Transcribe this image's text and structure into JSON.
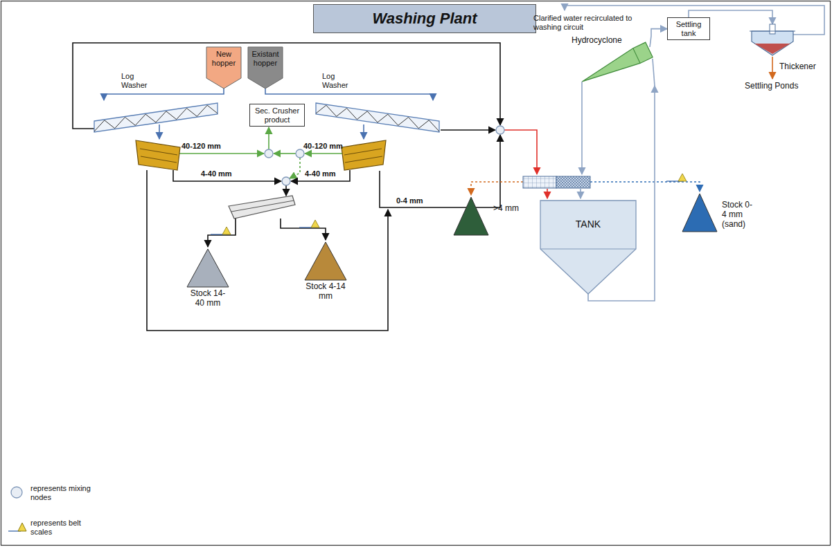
{
  "diagram": {
    "title": "Washing Plant",
    "nodes": [
      {
        "text": [
          "New hopper"
        ]
      },
      {
        "text": [
          "Existant hopper"
        ]
      },
      {
        "text": [
          "Log Washer"
        ]
      },
      {
        "text": [
          "Log Washer"
        ]
      },
      {
        "text": [
          "Sec. Crusher product"
        ]
      },
      {
        "text": [
          "Stock 14-40 mm"
        ]
      },
      {
        "text": [
          "Stock 4-14 mm"
        ]
      },
      {
        "text": [
          "Hydrocyclone"
        ]
      },
      {
        "text": [
          "Settling tank"
        ]
      },
      {
        "text": [
          "Thickener"
        ]
      },
      {
        "text": [
          "TANK"
        ]
      },
      {
        "text": [
          ">4 mm"
        ]
      },
      {
        "text": [
          "Stock 0-4 mm (sand)"
        ]
      }
    ],
    "edges": [
      {
        "from": 0,
        "to": 2,
        "arrow": "to"
      },
      {
        "from": 1,
        "to": 3,
        "arrow": "to"
      },
      {
        "from": 10,
        "to": 7,
        "arrow": "to"
      },
      {
        "from": 7,
        "to": 8,
        "arrow": "to"
      },
      {
        "from": 8,
        "to": 9,
        "arrow": "to"
      }
    ],
    "labels": [
      "40-120 mm",
      "40-120 mm",
      "4-40 mm",
      "4-40 mm",
      "0-4 mm",
      "Clarified water recirculated to washing circuit",
      "Settling Ponds"
    ],
    "legend": [
      {
        "text": "represents mixing nodes"
      },
      {
        "text": "represents belt scales"
      }
    ]
  }
}
